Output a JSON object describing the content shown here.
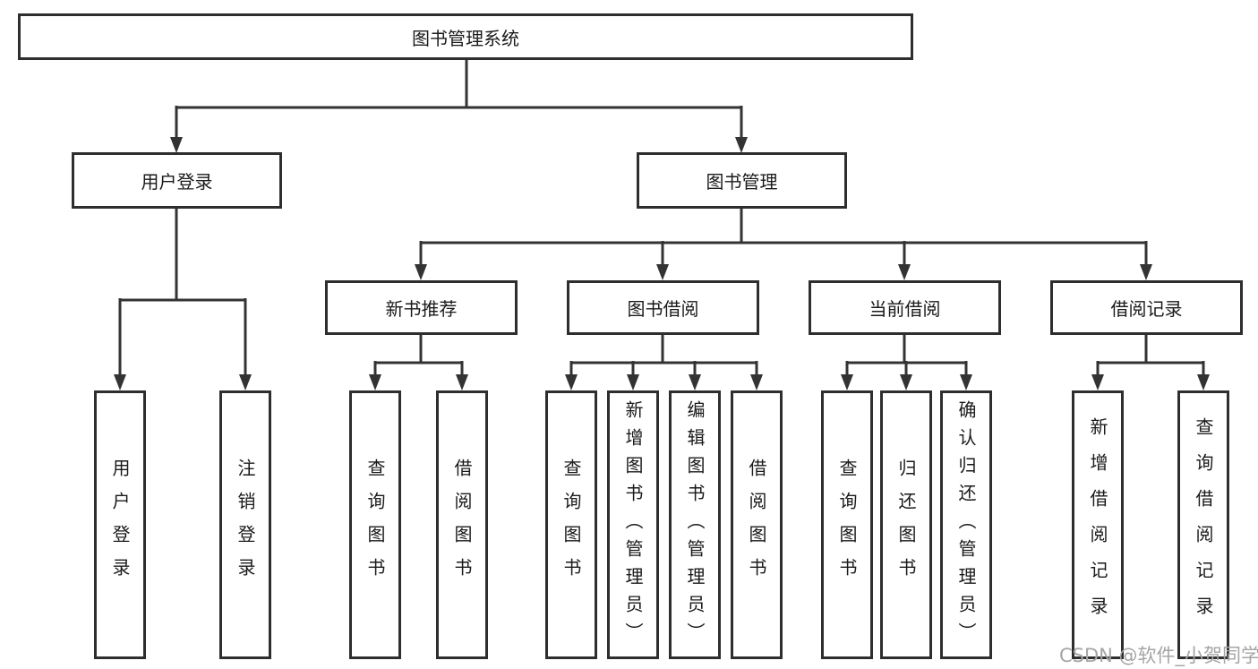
{
  "tree": {
    "label": "图书管理系统",
    "children": [
      {
        "label": "用户登录",
        "children": [
          {
            "label": "用户登录"
          },
          {
            "label": "注销登录"
          }
        ]
      },
      {
        "label": "图书管理",
        "children": [
          {
            "label": "新书推荐",
            "children": [
              {
                "label": "查询图书"
              },
              {
                "label": "借阅图书"
              }
            ]
          },
          {
            "label": "图书借阅",
            "children": [
              {
                "label": "查询图书"
              },
              {
                "label": "新增图书（管理员）"
              },
              {
                "label": "编辑图书（管理员）"
              },
              {
                "label": "借阅图书"
              }
            ]
          },
          {
            "label": "当前借阅",
            "children": [
              {
                "label": "查询图书"
              },
              {
                "label": "归还图书"
              },
              {
                "label": "确认归还（管理员）"
              }
            ]
          },
          {
            "label": "借阅记录",
            "children": [
              {
                "label": "新增借阅记录"
              },
              {
                "label": "查询借阅记录"
              }
            ]
          }
        ]
      }
    ]
  },
  "watermark": {
    "text": "CSDN @软件_小贺同学"
  },
  "colors": {
    "line": "#333333",
    "box_border": "#2e2e2e",
    "text": "#1a1a1a",
    "watermark": "#a5a5a5",
    "background": "#ffffff"
  }
}
